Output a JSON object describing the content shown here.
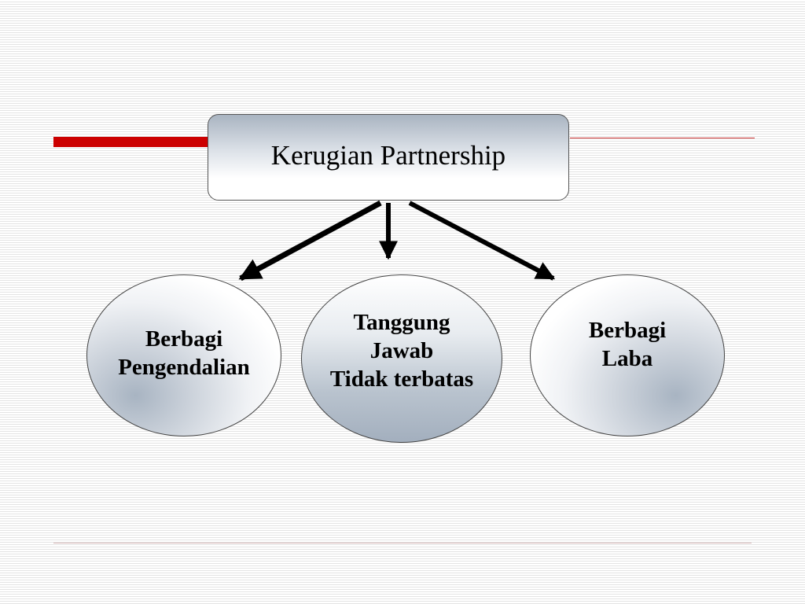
{
  "title": "Kerugian Partnership",
  "nodes": {
    "left": "Berbagi\nPengendalian",
    "middle": "Tanggung\nJawab\nTidak terbatas",
    "right": "Berbagi\nLaba"
  },
  "colors": {
    "accent": "#cc0000",
    "arrow": "#000000"
  }
}
